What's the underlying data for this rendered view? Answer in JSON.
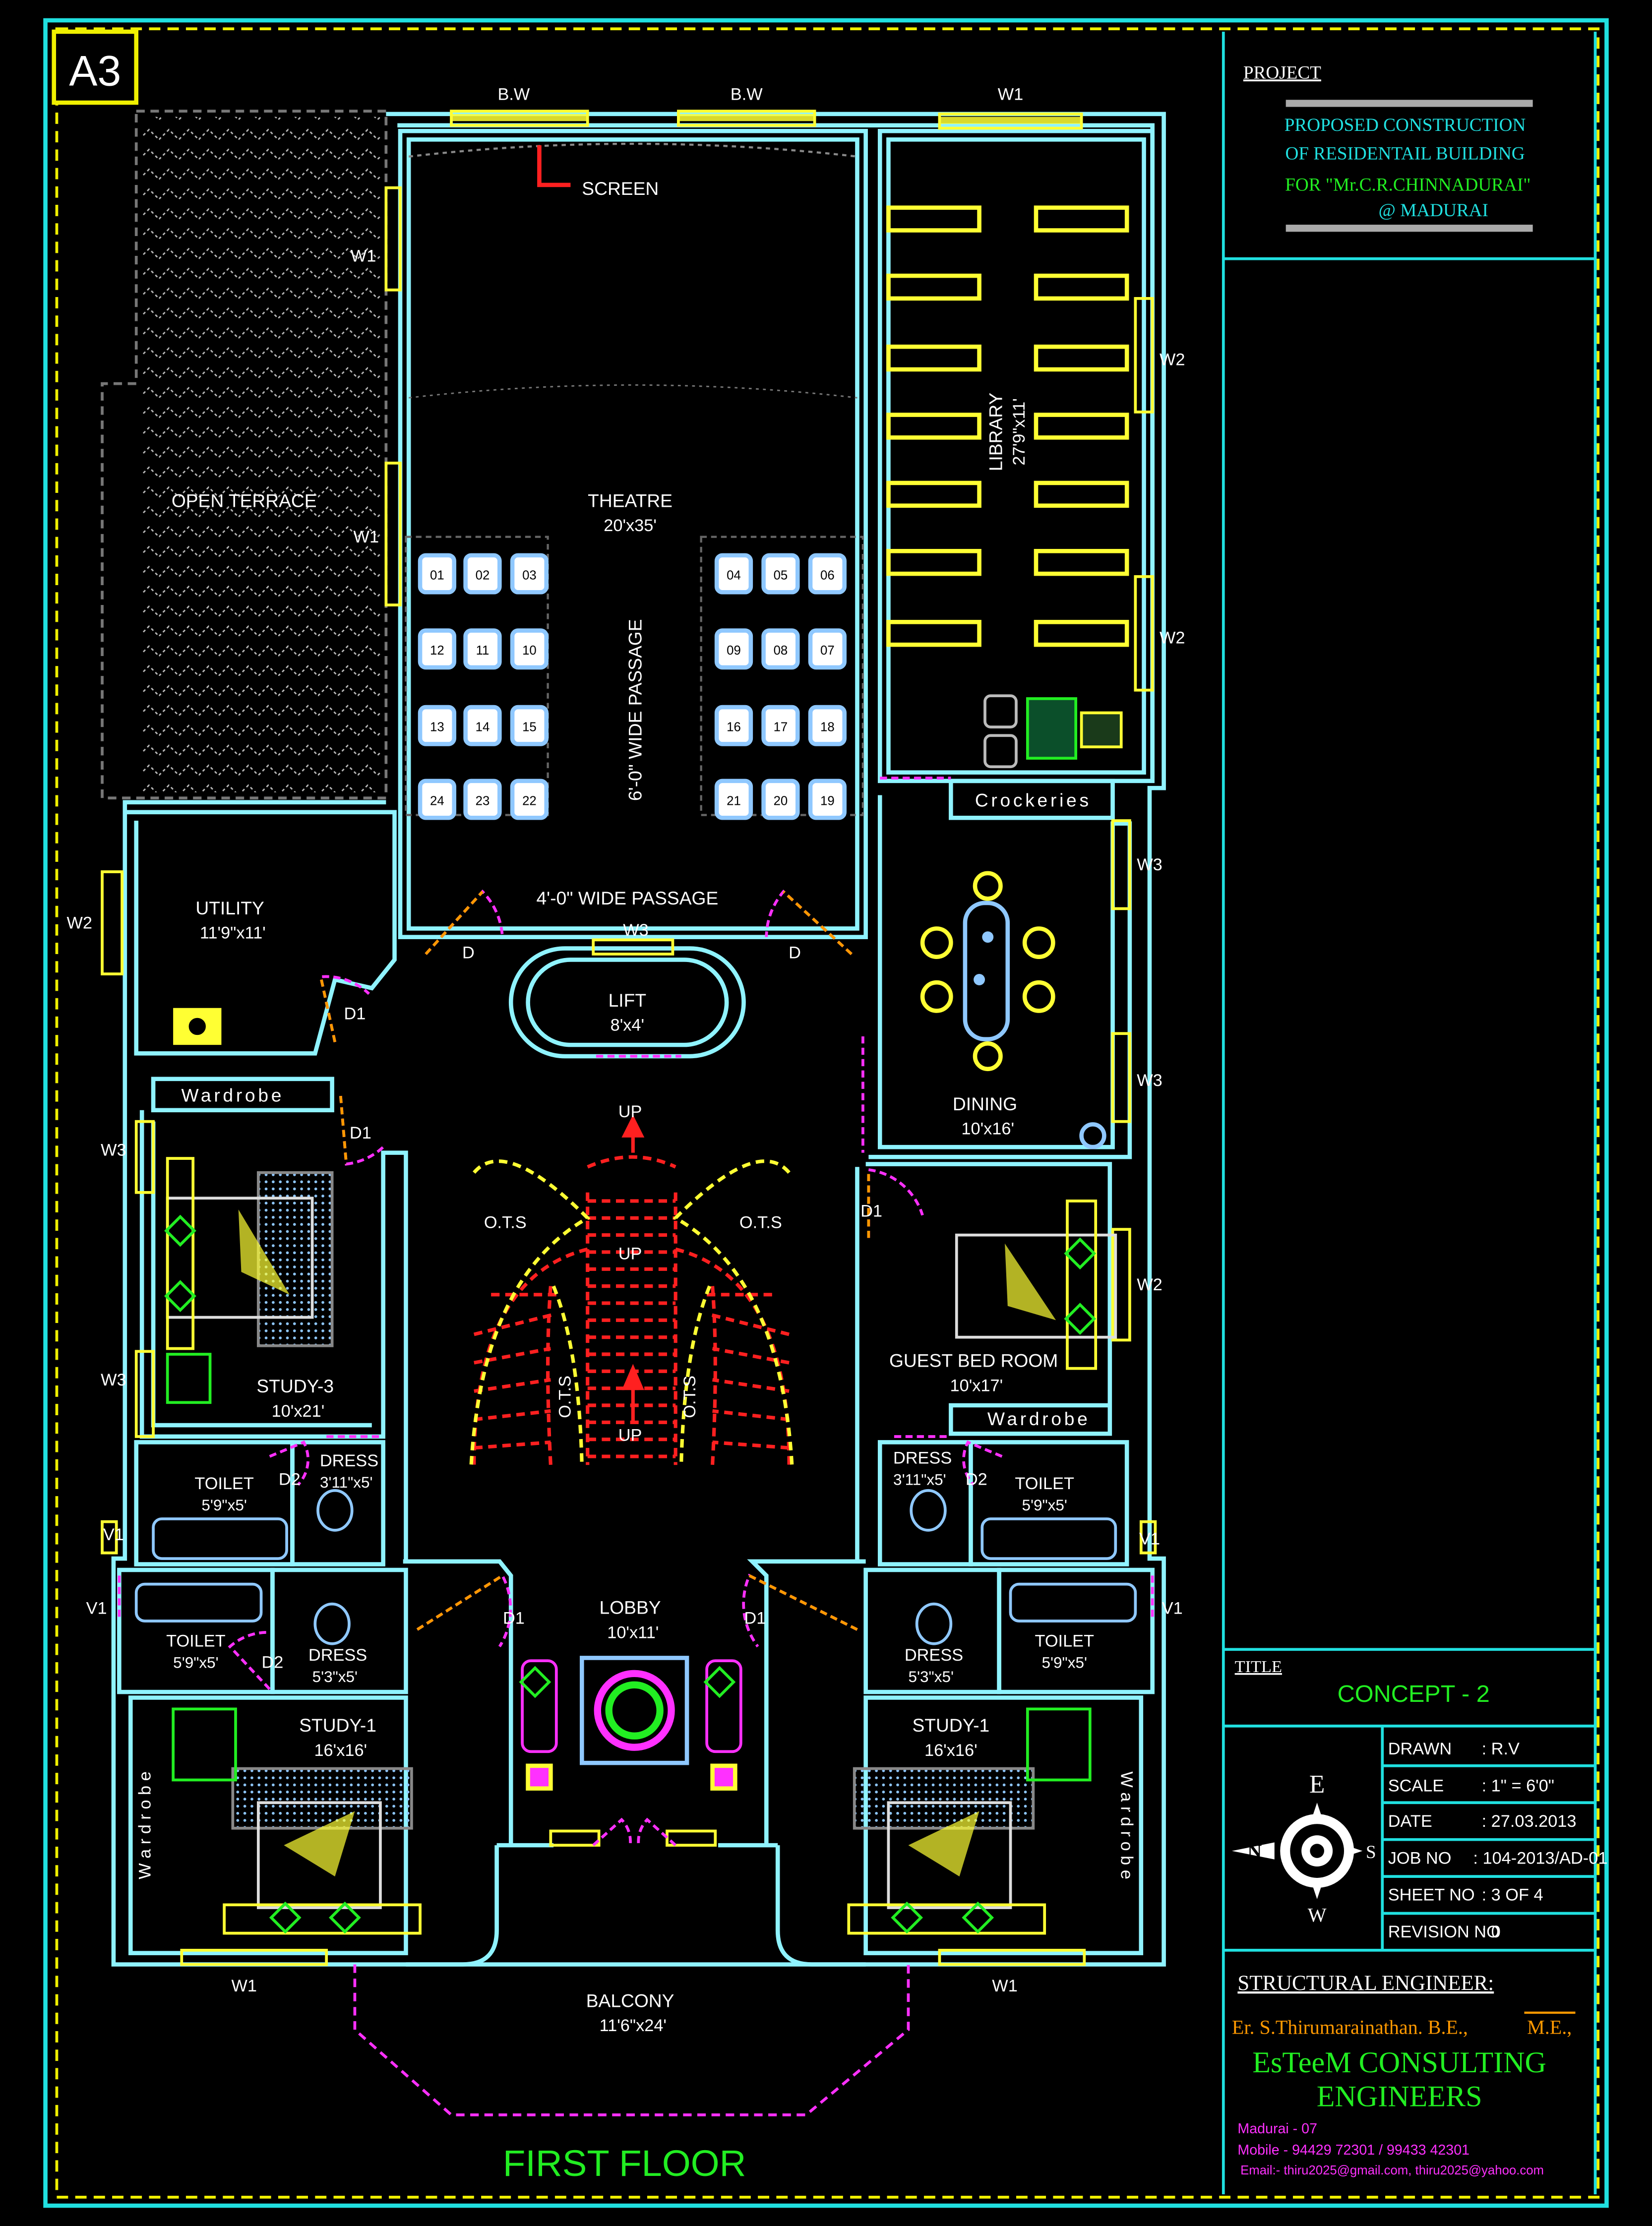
{
  "sheet": {
    "size": "A3"
  },
  "drawing": {
    "floor_title": "FIRST FLOOR",
    "rooms": {
      "open_terrace": "OPEN TERRACE",
      "theatre": {
        "name": "THEATRE",
        "size": "20'x35'"
      },
      "screen": "SCREEN",
      "theatre_passage": "6'-0\" WIDE PASSAGE",
      "lobby_passage": "4'-0\" WIDE PASSAGE",
      "library": {
        "name": "LIBRARY",
        "size": "27'9\"x11'"
      },
      "crockeries": "Crockeries",
      "utility": {
        "name": "UTILITY",
        "size": "11'9\"x11'"
      },
      "lift": {
        "name": "LIFT",
        "size": "8'x4'"
      },
      "dining": {
        "name": "DINING",
        "size": "10'x16'"
      },
      "wardrobe": "Wardrobe",
      "wardrobe_vertical": "W a r d r o b e",
      "study3": {
        "name": "STUDY-3",
        "size": "10'x21'"
      },
      "guest_bed": {
        "name": "GUEST BED ROOM",
        "size": "10'x17'"
      },
      "dress_upper": {
        "name": "DRESS",
        "size": "3'11\"x5'"
      },
      "toilet_upper": {
        "name": "TOILET",
        "size": "5'9\"x5'"
      },
      "dress_lower": {
        "name": "DRESS",
        "size": "5'3\"x5'"
      },
      "toilet_lower": {
        "name": "TOILET",
        "size": "5'9\"x5'"
      },
      "lobby": {
        "name": "LOBBY",
        "size": "10'x11'"
      },
      "study1": {
        "name": "STUDY-1",
        "size": "16'x16'"
      },
      "balcony": {
        "name": "BALCONY",
        "size": "11'6\"x24'"
      },
      "ots": "O.T.S",
      "up": "UP"
    },
    "openings": {
      "bw": "B.W",
      "w1": "W1",
      "w2": "W2",
      "w3": "W3",
      "v1": "V1",
      "d": "D",
      "d1": "D1",
      "d2": "D2"
    },
    "seats": [
      "01",
      "02",
      "03",
      "04",
      "05",
      "06",
      "12",
      "11",
      "10",
      "09",
      "08",
      "07",
      "13",
      "14",
      "15",
      "16",
      "17",
      "18",
      "24",
      "23",
      "22",
      "21",
      "20",
      "19"
    ]
  },
  "title_block": {
    "project_label": "PROJECT",
    "project_lines": [
      "PROPOSED CONSTRUCTION",
      "OF RESIDENTAIL BUILDING",
      "FOR \"Mr.C.R.CHINNADURAI\"",
      "@ MADURAI"
    ],
    "title_label": "TITLE",
    "title": "CONCEPT - 2",
    "info": [
      {
        "key": "DRAWN",
        "value": ":   R.V"
      },
      {
        "key": "SCALE",
        "value": ":   1\" = 6'0\""
      },
      {
        "key": "DATE",
        "value": ":   27.03.2013"
      },
      {
        "key": "JOB NO",
        "value": ": 104-2013/AD-01"
      },
      {
        "key": "SHEET NO",
        "value": ":  3 OF 4"
      },
      {
        "key": "REVISION NO",
        "value": ":   0"
      }
    ],
    "compass": {
      "e": "E",
      "w": "W",
      "n": "N",
      "s": "S"
    },
    "engineer_label": "STRUCTURAL ENGINEER:",
    "engineer_name": "Er. S.Thirumarainathan. B.E.,",
    "engineer_degree": "M.E.,",
    "company": [
      "EsTeeM CONSULTING",
      "ENGINEERS"
    ],
    "contact": [
      "Madurai - 07",
      "Mobile - 94429 72301 / 99433 42301",
      "Email:- thiru2025@gmail.com, thiru2025@yahoo.com"
    ]
  },
  "colors": {
    "background": "#000000",
    "border": "#20e0e0",
    "dash": "#f0f000",
    "wall": "#8ff3ff",
    "window": "#ffff33",
    "door": "#ff30ff",
    "stair": "#ff2020",
    "green": "#22ee22",
    "seat": "#8fc8ff",
    "orange": "#ff9900"
  },
  "icons": [
    "compass-icon",
    "bed-icon",
    "dining-table-icon",
    "lift-icon",
    "seat-icon"
  ]
}
